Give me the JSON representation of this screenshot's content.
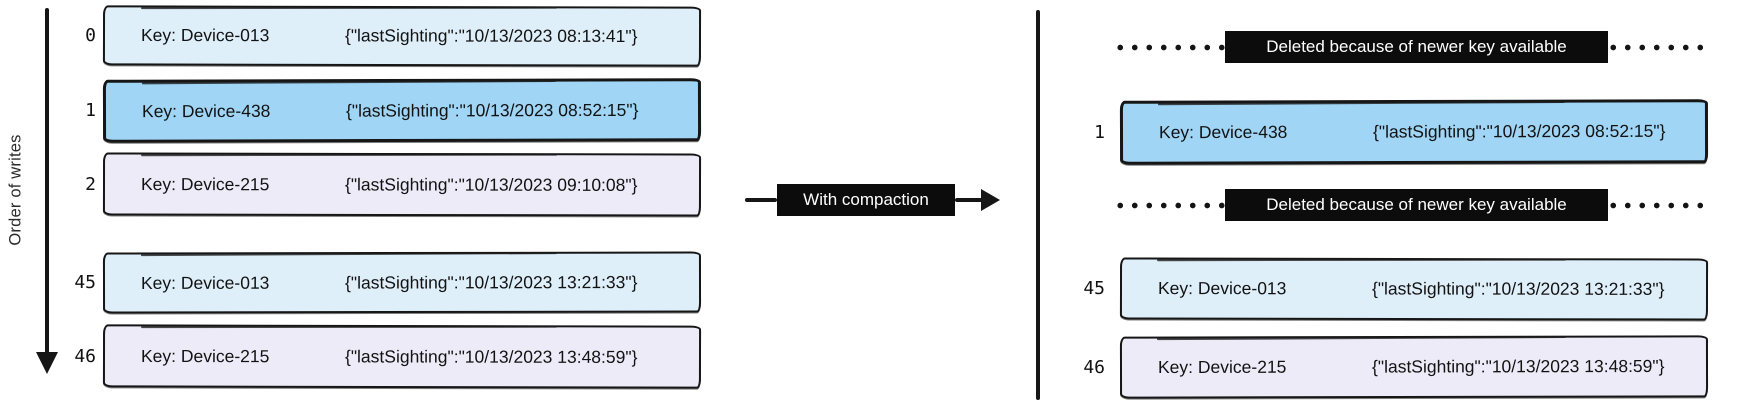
{
  "axis": {
    "label": "Order of writes"
  },
  "compaction_arrow": {
    "label": "With compaction"
  },
  "left_log": {
    "rows": [
      {
        "index": "0",
        "key": "Key: Device-013",
        "value": "{\"lastSighting\":\"10/13/2023 08:13:41\"}",
        "color": "#dfeffa"
      },
      {
        "index": "1",
        "key": "Key: Device-438",
        "value": "{\"lastSighting\":\"10/13/2023 08:52:15\"}",
        "color": "#a0d5f6"
      },
      {
        "index": "2",
        "key": "Key: Device-215",
        "value": "{\"lastSighting\":\"10/13/2023 09:10:08\"}",
        "color": "#eeebf8"
      },
      {
        "index": "45",
        "key": "Key: Device-013",
        "value": "{\"lastSighting\":\"10/13/2023 13:21:33\"}",
        "color": "#dfeffa"
      },
      {
        "index": "46",
        "key": "Key: Device-215",
        "value": "{\"lastSighting\":\"10/13/2023 13:48:59\"}",
        "color": "#eeebf8"
      }
    ]
  },
  "right_log": {
    "rows": [
      {
        "type": "deleted",
        "label": "Deleted because of newer key available"
      },
      {
        "type": "record",
        "index": "1",
        "key": "Key: Device-438",
        "value": "{\"lastSighting\":\"10/13/2023 08:52:15\"}",
        "color": "#a0d5f6"
      },
      {
        "type": "deleted",
        "label": "Deleted because of newer key available"
      },
      {
        "type": "record",
        "index": "45",
        "key": "Key: Device-013",
        "value": "{\"lastSighting\":\"10/13/2023 13:21:33\"}",
        "color": "#dfeffa"
      },
      {
        "type": "record",
        "index": "46",
        "key": "Key: Device-215",
        "value": "{\"lastSighting\":\"10/13/2023 13:48:59\"}",
        "color": "#eeebf8"
      }
    ]
  },
  "colors": {
    "record_lightblue": "#dfeffa",
    "record_blue": "#a0d5f6",
    "record_lavender": "#eeebf8",
    "ink": "#161616",
    "label_box_bg": "#0c0c0c",
    "label_box_text": "#ffffff"
  }
}
